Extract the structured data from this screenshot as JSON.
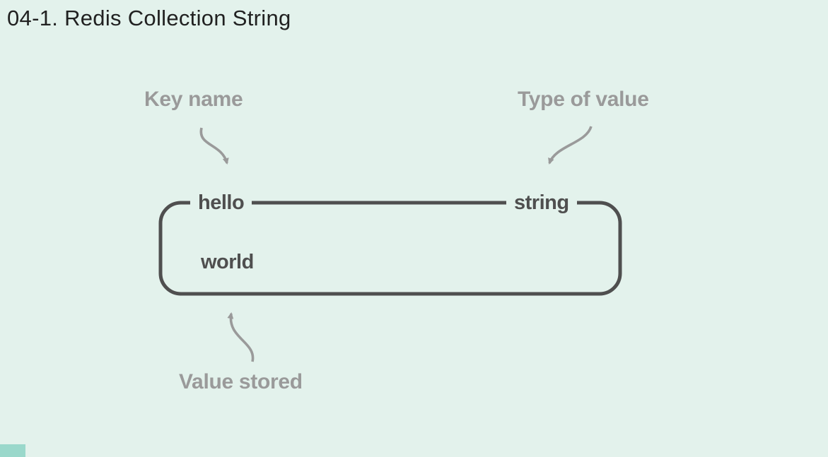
{
  "page": {
    "title": "04-1. Redis Collection String"
  },
  "diagram": {
    "annotations": {
      "key_name": "Key name",
      "type_of_value": "Type of value",
      "value_stored": "Value stored"
    },
    "record": {
      "key": "hello",
      "type": "string",
      "value": "world"
    },
    "colors": {
      "background": "#e3f2ec",
      "annotation_gray": "#9a9a9a",
      "box_dark": "#4f4f4f",
      "accent_teal": "#9ad8cb"
    }
  }
}
